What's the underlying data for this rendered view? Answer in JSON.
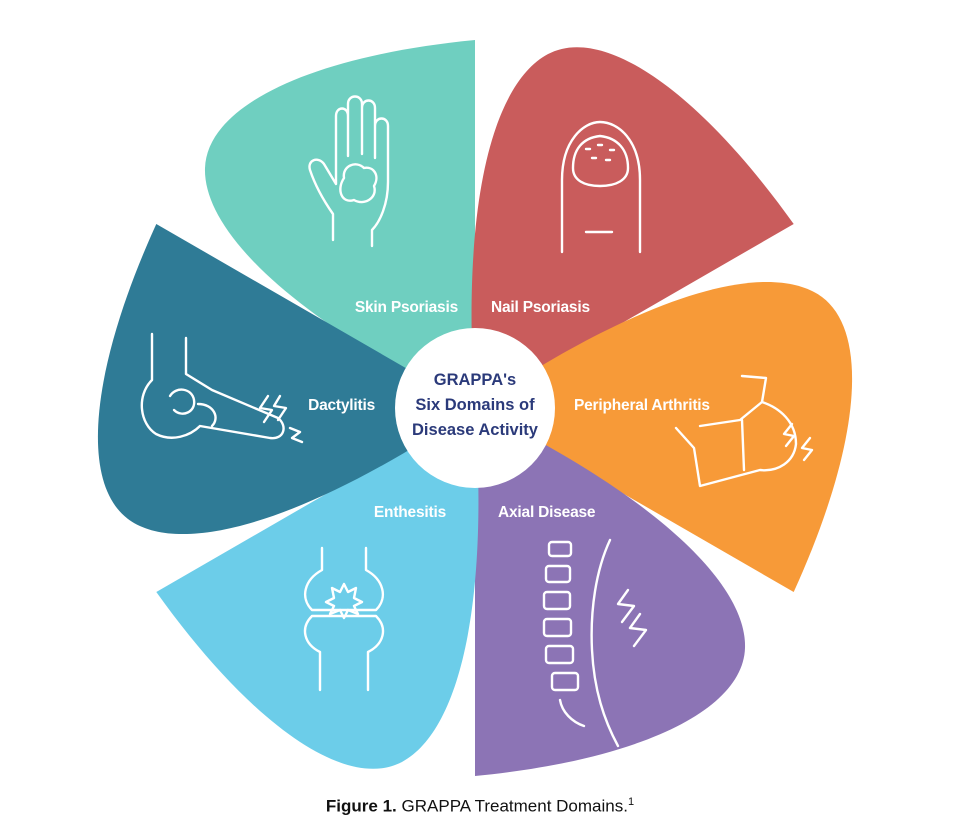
{
  "domains": [
    {
      "label": "Skin Psoriasis",
      "icon": "hand-plaque-icon",
      "color": "#6fcfc0"
    },
    {
      "label": "Nail Psoriasis",
      "icon": "toenail-icon",
      "color": "#c95c5c"
    },
    {
      "label": "Peripheral Arthritis",
      "icon": "finger-joint-icon",
      "color": "#f79a38"
    },
    {
      "label": "Axial Disease",
      "icon": "spine-icon",
      "color": "#8c74b5"
    },
    {
      "label": "Enthesitis",
      "icon": "knee-joint-icon",
      "color": "#6ccde9"
    },
    {
      "label": "Dactylitis",
      "icon": "swollen-foot-icon",
      "color": "#2f7b96"
    }
  ],
  "center": {
    "line1": "GRAPPA's",
    "line2": "Six Domains of",
    "line3": "Disease Activity",
    "text_color": "#2b3a7a"
  },
  "caption": {
    "prefix": "Figure 1.",
    "text": "GRAPPA Treatment Domains.",
    "ref": "1"
  }
}
